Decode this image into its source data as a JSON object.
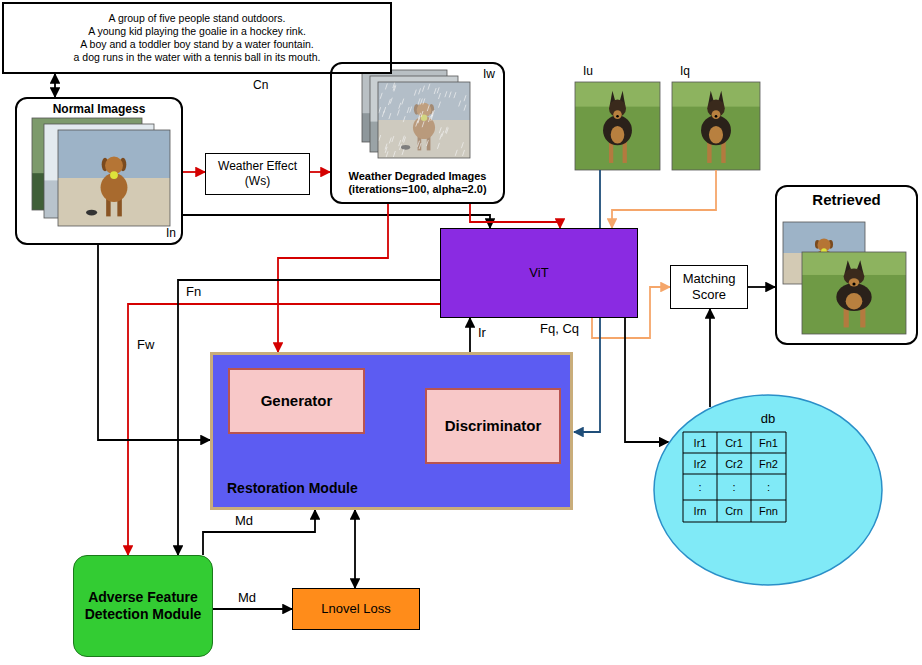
{
  "diagram": {
    "nodes": [
      {
        "text": [
          "A group of five people stand outdoors.",
          "A young kid playing the goalie in a hockey rink.",
          "A boy and a toddler boy stand by a water fountain.",
          "a dog runs in the water with a tennis ball in its mouth."
        ]
      },
      {
        "text": [
          "Normal Imagess",
          "In"
        ]
      },
      {
        "text": [
          "Weather Effect (Ws)"
        ]
      },
      {
        "text": [
          "Iw",
          "Weather Degraded Images (iterations=100, alpha=2.0)"
        ]
      },
      {
        "text": [
          "ViT"
        ]
      },
      {
        "text": [
          "Restoration Module"
        ]
      },
      {
        "text": [
          "Generator"
        ],
        "in": 5
      },
      {
        "text": [
          "Discriminator"
        ],
        "in": 5
      },
      {
        "text": [
          "Adverse Feature Detection Module"
        ]
      },
      {
        "text": [
          "Lnovel Loss"
        ]
      },
      {
        "text": [
          "Matching Score"
        ]
      },
      {
        "text": [
          "Retrieved"
        ]
      },
      {
        "text": [
          "db"
        ]
      }
    ],
    "edges": [
      {
        "from": 0,
        "to": 1,
        "arrow": "both"
      },
      {
        "from": 1,
        "to": 2,
        "arrow": "to"
      },
      {
        "from": 2,
        "to": 3,
        "arrow": "to"
      },
      {
        "from": 1,
        "to": 4,
        "arrow": "to"
      },
      {
        "from": 3,
        "to": 4,
        "arrow": "to"
      },
      {
        "from": 3,
        "to": 5,
        "arrow": "to"
      },
      {
        "from": 4,
        "to": 8,
        "arrow": "to",
        "label": "Fw"
      },
      {
        "from": 4,
        "to": 8,
        "arrow": "to",
        "label": "Fn"
      },
      {
        "from": 1,
        "to": 5,
        "arrow": "to"
      },
      {
        "from": 5,
        "to": 4,
        "arrow": "to",
        "label": "Ir"
      },
      {
        "from": 6,
        "to": 7,
        "arrow": "to"
      },
      {
        "from": 7,
        "to": 6,
        "arrow": "to"
      },
      {
        "from": 4,
        "to": 10,
        "arrow": "to",
        "label": "Fq, Cq"
      },
      {
        "from": 4,
        "to": 12,
        "arrow": "to"
      },
      {
        "from": 12,
        "to": 10,
        "arrow": "to"
      },
      {
        "from": 10,
        "to": 11,
        "arrow": "to"
      },
      {
        "from": 8,
        "to": 5,
        "arrow": "to",
        "label": "Md"
      },
      {
        "from": 8,
        "to": 9,
        "arrow": "to",
        "label": "Md"
      },
      {
        "from": 5,
        "to": 9,
        "arrow": "both"
      }
    ],
    "labels": [
      "Cn",
      "Iu",
      "Iq",
      "Ir1",
      "Cr1",
      "Fn1",
      "Ir2",
      "Cr2",
      "Fn2",
      ":",
      ":",
      ":",
      "Irn",
      "Crn",
      "Fnn"
    ]
  }
}
